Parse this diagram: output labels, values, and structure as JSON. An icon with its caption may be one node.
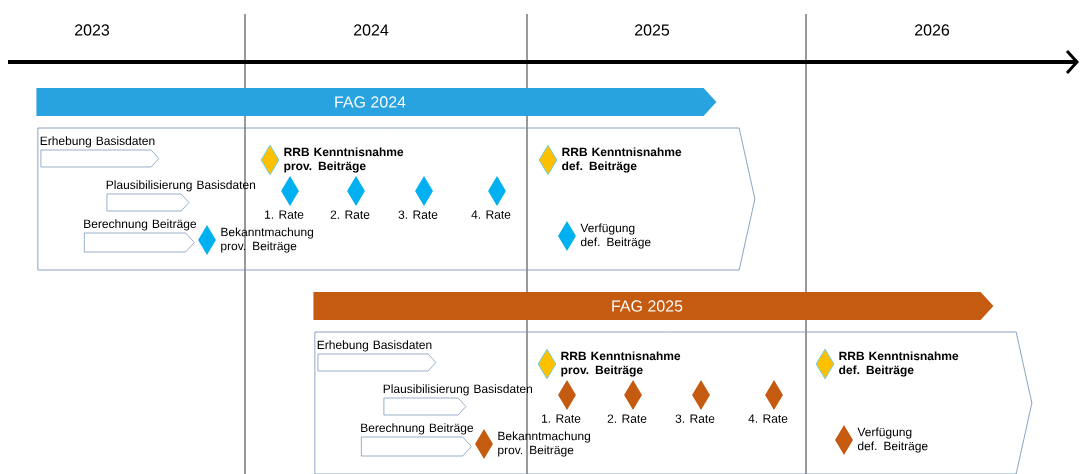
{
  "diagram": {
    "nodes": [
      {
        "text": [
          "FAG 2024"
        ]
      },
      {
        "text": [],
        "shape": "chevron"
      },
      {
        "text": [
          "Erhebung Basisdaten"
        ],
        "in": 1
      },
      {
        "text": [
          "Plausibilisierung Basisdaten"
        ],
        "in": 1
      },
      {
        "text": [
          "Berechnung Beiträge"
        ],
        "in": 1
      },
      {
        "text": [],
        "shape": "diamond",
        "in": 1,
        "beside": [
          "Bekanntmachung prov. Beiträge"
        ]
      },
      {
        "text": [],
        "shape": "diamond",
        "in": 1,
        "beside": [
          "**RRB Kenntnisnahme prov. Beiträge**"
        ]
      },
      {
        "text": [],
        "shape": "diamond",
        "in": 1,
        "beside": [
          "1. Rate"
        ]
      },
      {
        "text": [],
        "shape": "diamond",
        "in": 1,
        "beside": [
          "2. Rate"
        ]
      },
      {
        "text": [],
        "shape": "diamond",
        "in": 1,
        "beside": [
          "3. Rate"
        ]
      },
      {
        "text": [],
        "shape": "diamond",
        "in": 1,
        "beside": [
          "4. Rate"
        ]
      },
      {
        "text": [],
        "shape": "diamond",
        "in": 1,
        "beside": [
          "**RRB Kenntnisnahme def. Beiträge**"
        ]
      },
      {
        "text": [],
        "shape": "diamond",
        "in": 1,
        "beside": [
          "Verfügung def. Beiträge"
        ]
      },
      {
        "text": [
          "FAG 2025"
        ]
      },
      {
        "text": [],
        "shape": "chevron"
      },
      {
        "text": [
          "Erhebung Basisdaten"
        ],
        "in": 14
      },
      {
        "text": [
          "Plausibilisierung Basisdaten"
        ],
        "in": 14
      },
      {
        "text": [
          "Berechnung Beiträge"
        ],
        "in": 14
      },
      {
        "text": [],
        "shape": "diamond",
        "in": 14,
        "beside": [
          "Bekanntmachung prov. Beiträge"
        ]
      },
      {
        "text": [],
        "shape": "diamond",
        "in": 14,
        "beside": [
          "**RRB Kenntnisnahme prov. Beiträge**"
        ]
      },
      {
        "text": [],
        "shape": "diamond",
        "in": 14,
        "beside": [
          "1. Rate"
        ]
      },
      {
        "text": [],
        "shape": "diamond",
        "in": 14,
        "beside": [
          "2. Rate"
        ]
      },
      {
        "text": [],
        "shape": "diamond",
        "in": 14,
        "beside": [
          "3. Rate"
        ]
      },
      {
        "text": [],
        "shape": "diamond",
        "in": 14,
        "beside": [
          "4. Rate"
        ]
      },
      {
        "text": [],
        "shape": "diamond",
        "in": 14,
        "beside": [
          "**RRB Kenntnisnahme def. Beiträge**"
        ]
      },
      {
        "text": [],
        "shape": "diamond",
        "in": 14,
        "beside": [
          "Verfügung def. Beiträge"
        ]
      }
    ],
    "labels": [
      "2023",
      "2024",
      "2025",
      "2026"
    ]
  }
}
